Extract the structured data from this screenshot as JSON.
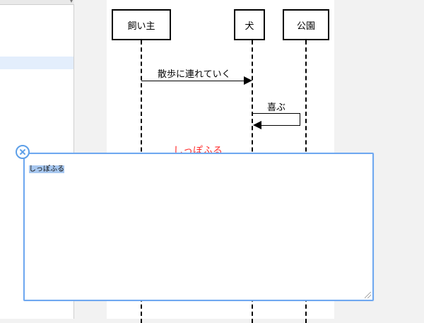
{
  "participants": [
    {
      "name": "飼い主"
    },
    {
      "name": "犬"
    },
    {
      "name": "公園"
    }
  ],
  "messages": [
    {
      "label": "散歩に連れていく",
      "from": "飼い主",
      "to": "犬"
    },
    {
      "label": "喜ぶ",
      "from": "犬",
      "to": "犬"
    }
  ],
  "editing_label": "しっぽふる",
  "editor": {
    "text": "しっぽふる"
  },
  "colors": {
    "editing_label": "#ff2b2b",
    "editor_border": "#6fa8f0",
    "selection": "#a7c7ef"
  },
  "icons": {
    "close": "close-circle-icon",
    "resize": "resize-grip-icon"
  }
}
